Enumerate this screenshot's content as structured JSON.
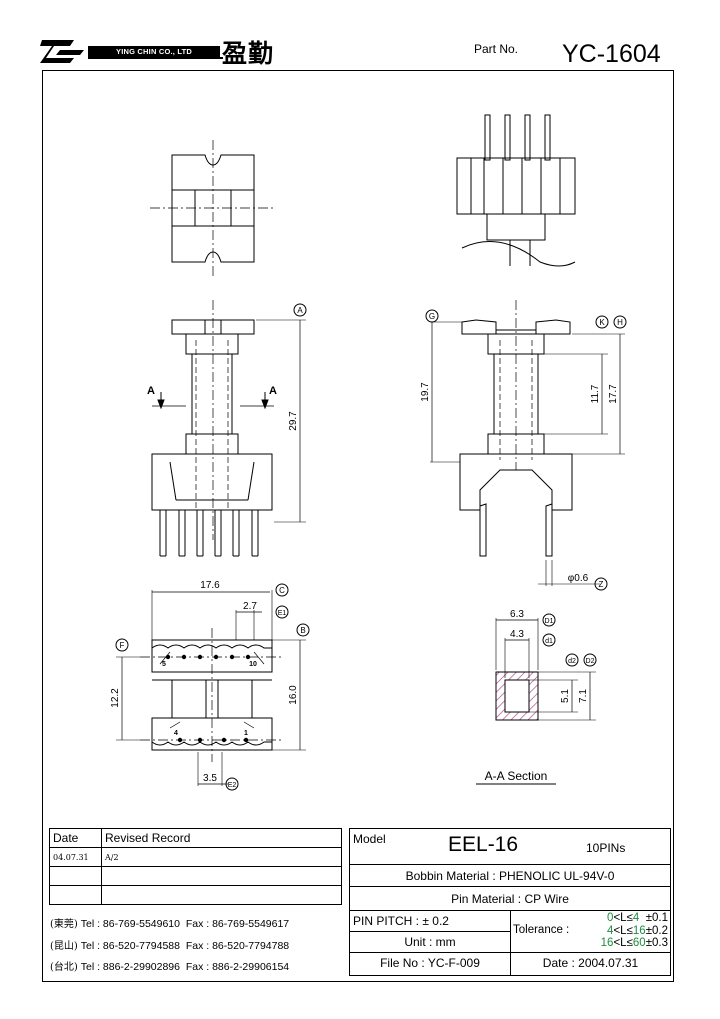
{
  "header": {
    "company_en": "YING CHIN CO., LTD",
    "company_cn": "盈勤",
    "part_label": "Part  No.",
    "part_number": "YC-1604"
  },
  "drawing": {
    "dims": {
      "total_height": "29.7",
      "height_19_7": "19.7",
      "height_11_7": "11.7",
      "height_17_7": "17.7",
      "width_17_6": "17.6",
      "pitch_2_7": "2.7",
      "height_12_2": "12.2",
      "height_16_0": "16.0",
      "spacing_3_5": "3.5",
      "pin_dia": "φ0.6",
      "outer_6_3": "6.3",
      "inner_4_3": "4.3",
      "inner_5_1": "5.1",
      "outer_7_1": "7.1"
    },
    "refs": {
      "a": "A",
      "b": "B",
      "c": "C",
      "e1": "E1",
      "e2": "E2",
      "f": "F",
      "g": "G",
      "h": "H",
      "k": "K",
      "z": "Z",
      "d1_upper": "D1",
      "d1_lower": "d1",
      "d2_lower": "d2",
      "d2_upper": "D2"
    },
    "section_arrow": "A",
    "pin_numbers": {
      "p5": "5",
      "p10": "10",
      "p4": "4",
      "p1": "1"
    },
    "section_title": "A-A  Section"
  },
  "revisions": {
    "headers": [
      "Date",
      "Revised  Record"
    ],
    "rows": [
      [
        "04.07.31",
        "A/2"
      ],
      [
        "",
        ""
      ],
      [
        "",
        ""
      ]
    ]
  },
  "contacts": [
    {
      "city": "(東莞)",
      "tel": "Tel : 86-769-5549610",
      "fax": "Fax : 86-769-5549617"
    },
    {
      "city": "(昆山)",
      "tel": "Tel : 86-520-7794588",
      "fax": "Fax : 86-520-7794788"
    },
    {
      "city": "(台北)",
      "tel": "Tel : 886-2-29902896",
      "fax": "Fax : 886-2-29906154"
    }
  ],
  "spec": {
    "model_label": "Model",
    "model_value": "EEL-16",
    "pins": "10PINs",
    "bobbin_label": "Bobbin  Material :",
    "bobbin_value": "PHENOLIC UL-94V-0",
    "pin_label": "Pin  Material :",
    "pin_value": "CP Wire",
    "pitch_label": "PIN  PITCH :",
    "pitch_value": "± 0.2",
    "unit_label": "Unit :",
    "unit_value": "mm",
    "file_label": "File  No :",
    "file_value": "YC-F-009",
    "tolerance_label": "Tolerance :",
    "tol_rows": [
      {
        "range_a": "0",
        "lt": "<L≤",
        "range_b": "4",
        "tol": "±0.1"
      },
      {
        "range_a": "4",
        "lt": "<L≤",
        "range_b": "16",
        "tol": "±0.2"
      },
      {
        "range_a": "16",
        "lt": "<L≤",
        "range_b": "60",
        "tol": "±0.3"
      }
    ],
    "date_label": "Date :",
    "date_value": "2004.07.31"
  }
}
